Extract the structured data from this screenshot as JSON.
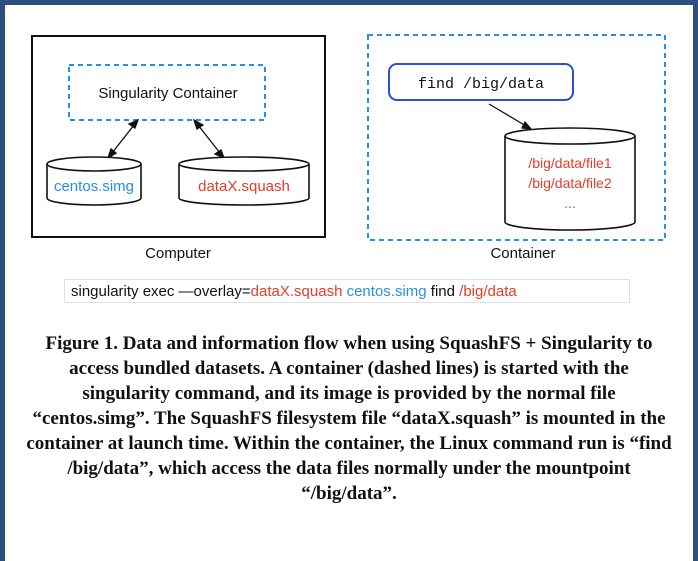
{
  "diagram": {
    "computer_panel_label": "Computer",
    "container_panel_label": "Container",
    "singularity_box_label": "Singularity Container",
    "centos_cylinder_label": "centos.simg",
    "datax_cylinder_label": "dataX.squash",
    "find_box_label": "find /big/data",
    "data_files": [
      "/big/data/file1",
      "/big/data/file2",
      "..."
    ]
  },
  "command": {
    "prefix": "singularity exec —overlay=",
    "overlay_file": "dataX.squash",
    "space1": " ",
    "image_file": "centos.simg",
    "middle": " find ",
    "path": "/big/data"
  },
  "caption": {
    "text": "Figure 1. Data and information flow when using SquashFS + Singularity to access bundled datasets. A container (dashed lines) is started with the singularity command, and its image is provided by the normal file “centos.simg”. The SquashFS filesystem file “dataX.squash” is mounted in the container at launch time. Within the container, the Linux command run is “find /big/data”, which access the data files normally under the mountpoint “/big/data”."
  },
  "colors": {
    "frame": "#2f4f7f",
    "dashed_blue": "#2a8ee6",
    "red_text": "#e53c27",
    "blue_text": "#2a8ee6",
    "find_box_border": "#2b4fd6"
  }
}
